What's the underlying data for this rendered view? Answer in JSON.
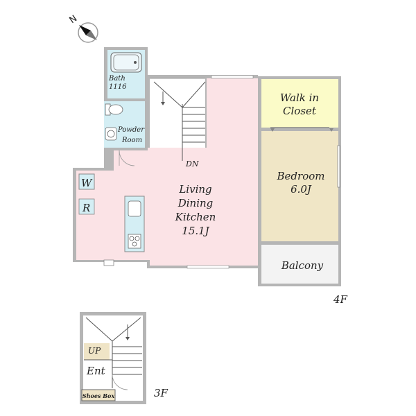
{
  "compass": {
    "north_label": "N"
  },
  "rooms": {
    "bath": {
      "line1": "Bath",
      "line2": "1116"
    },
    "powder_room": {
      "line1": "Powder",
      "line2": "Room"
    },
    "walk_in_closet": {
      "line1": "Walk in",
      "line2": "Closet"
    },
    "bedroom": {
      "line1": "Bedroom",
      "line2": "6.0J"
    },
    "ldk": {
      "line1": "Living",
      "line2": "Dining",
      "line3": "Kitchen",
      "line4": "15.1J"
    },
    "balcony": {
      "label": "Balcony"
    },
    "washer": {
      "label": "W"
    },
    "refrigerator": {
      "label": "R"
    },
    "stairs_4f": {
      "label": "DN"
    },
    "stairs_3f": {
      "label": "UP"
    },
    "entrance": {
      "label": "Ent"
    },
    "shoes_box": {
      "label": "Shoes Box"
    }
  },
  "floors": {
    "upper": "4F",
    "lower": "3F"
  },
  "colors": {
    "ldk": "#fbe3e6",
    "wet_area": "#d4eef4",
    "closet": "#fbfbc8",
    "bedroom": "#f0e6c6",
    "balcony": "#f3f3f3",
    "up_stairs": "#efe4c6",
    "wall": "#a8a8a8"
  }
}
